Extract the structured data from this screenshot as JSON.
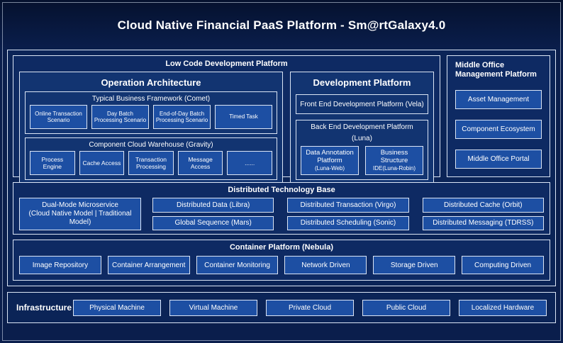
{
  "title": "Cloud Native Financial PaaS Platform - Sm@rtGalaxy4.0",
  "low_code": {
    "title": "Low Code Development Platform",
    "operation_architecture": {
      "title": "Operation Architecture",
      "comet": {
        "title": "Typical Business Framework (Comet)",
        "items": [
          "Online Transaction Scenario",
          "Day Batch Processing Scenario",
          "End-of-Day Batch Processing Scenario",
          "Timed Task"
        ]
      },
      "gravity": {
        "title": "Component Cloud Warehouse (Gravity)",
        "items": [
          "Process Engine",
          "Cache Access",
          "Transaction Processing",
          "Message Access",
          "......"
        ]
      }
    },
    "development_platform": {
      "title": "Development Platform",
      "front_end": "Front End Development Platform (Vela)",
      "back_end": {
        "title": "Back End Development Platform (Luna)",
        "items": [
          {
            "label": "Data Annotation Platform",
            "sub": "(Luna-Web)"
          },
          {
            "label": "Business Structure",
            "sub": "IDE(Luna-Robin)"
          }
        ]
      }
    }
  },
  "middle_office": {
    "title": "Middle Office Management Platform",
    "items": [
      "Asset Management",
      "Component Ecosystem",
      "Middle Office Portal"
    ]
  },
  "distributed_base": {
    "title": "Distributed Technology Base",
    "dual_mode": {
      "line1": "Dual-Mode Microservice",
      "line2": "(Cloud Native Model | Traditional Model)"
    },
    "items": [
      "Distributed Data (Libra)",
      "Distributed Transaction (Virgo)",
      "Distributed Cache (Orbit)",
      "Global Sequence (Mars)",
      "Distributed Scheduling (Sonic)",
      "Distributed Messaging (TDRSS)"
    ]
  },
  "container_platform": {
    "title": "Container Platform (Nebula)",
    "items": [
      "Image Repository",
      "Container Arrangement",
      "Container Monitoring",
      "Network Driven",
      "Storage Driven",
      "Computing Driven"
    ]
  },
  "infrastructure": {
    "title": "Infrastructure",
    "items": [
      "Physical Machine",
      "Virtual Machine",
      "Private Cloud",
      "Public Cloud",
      "Localized Hardware"
    ]
  },
  "colors": {
    "bg_page": "#0a1e4c",
    "bg_main": "#0b2457",
    "bg_panel": "#0e2a63",
    "bg_sub": "#123471",
    "bg_leaf": "#1d4fa3",
    "border": "#dbe5f5",
    "text": "#ffffff"
  }
}
